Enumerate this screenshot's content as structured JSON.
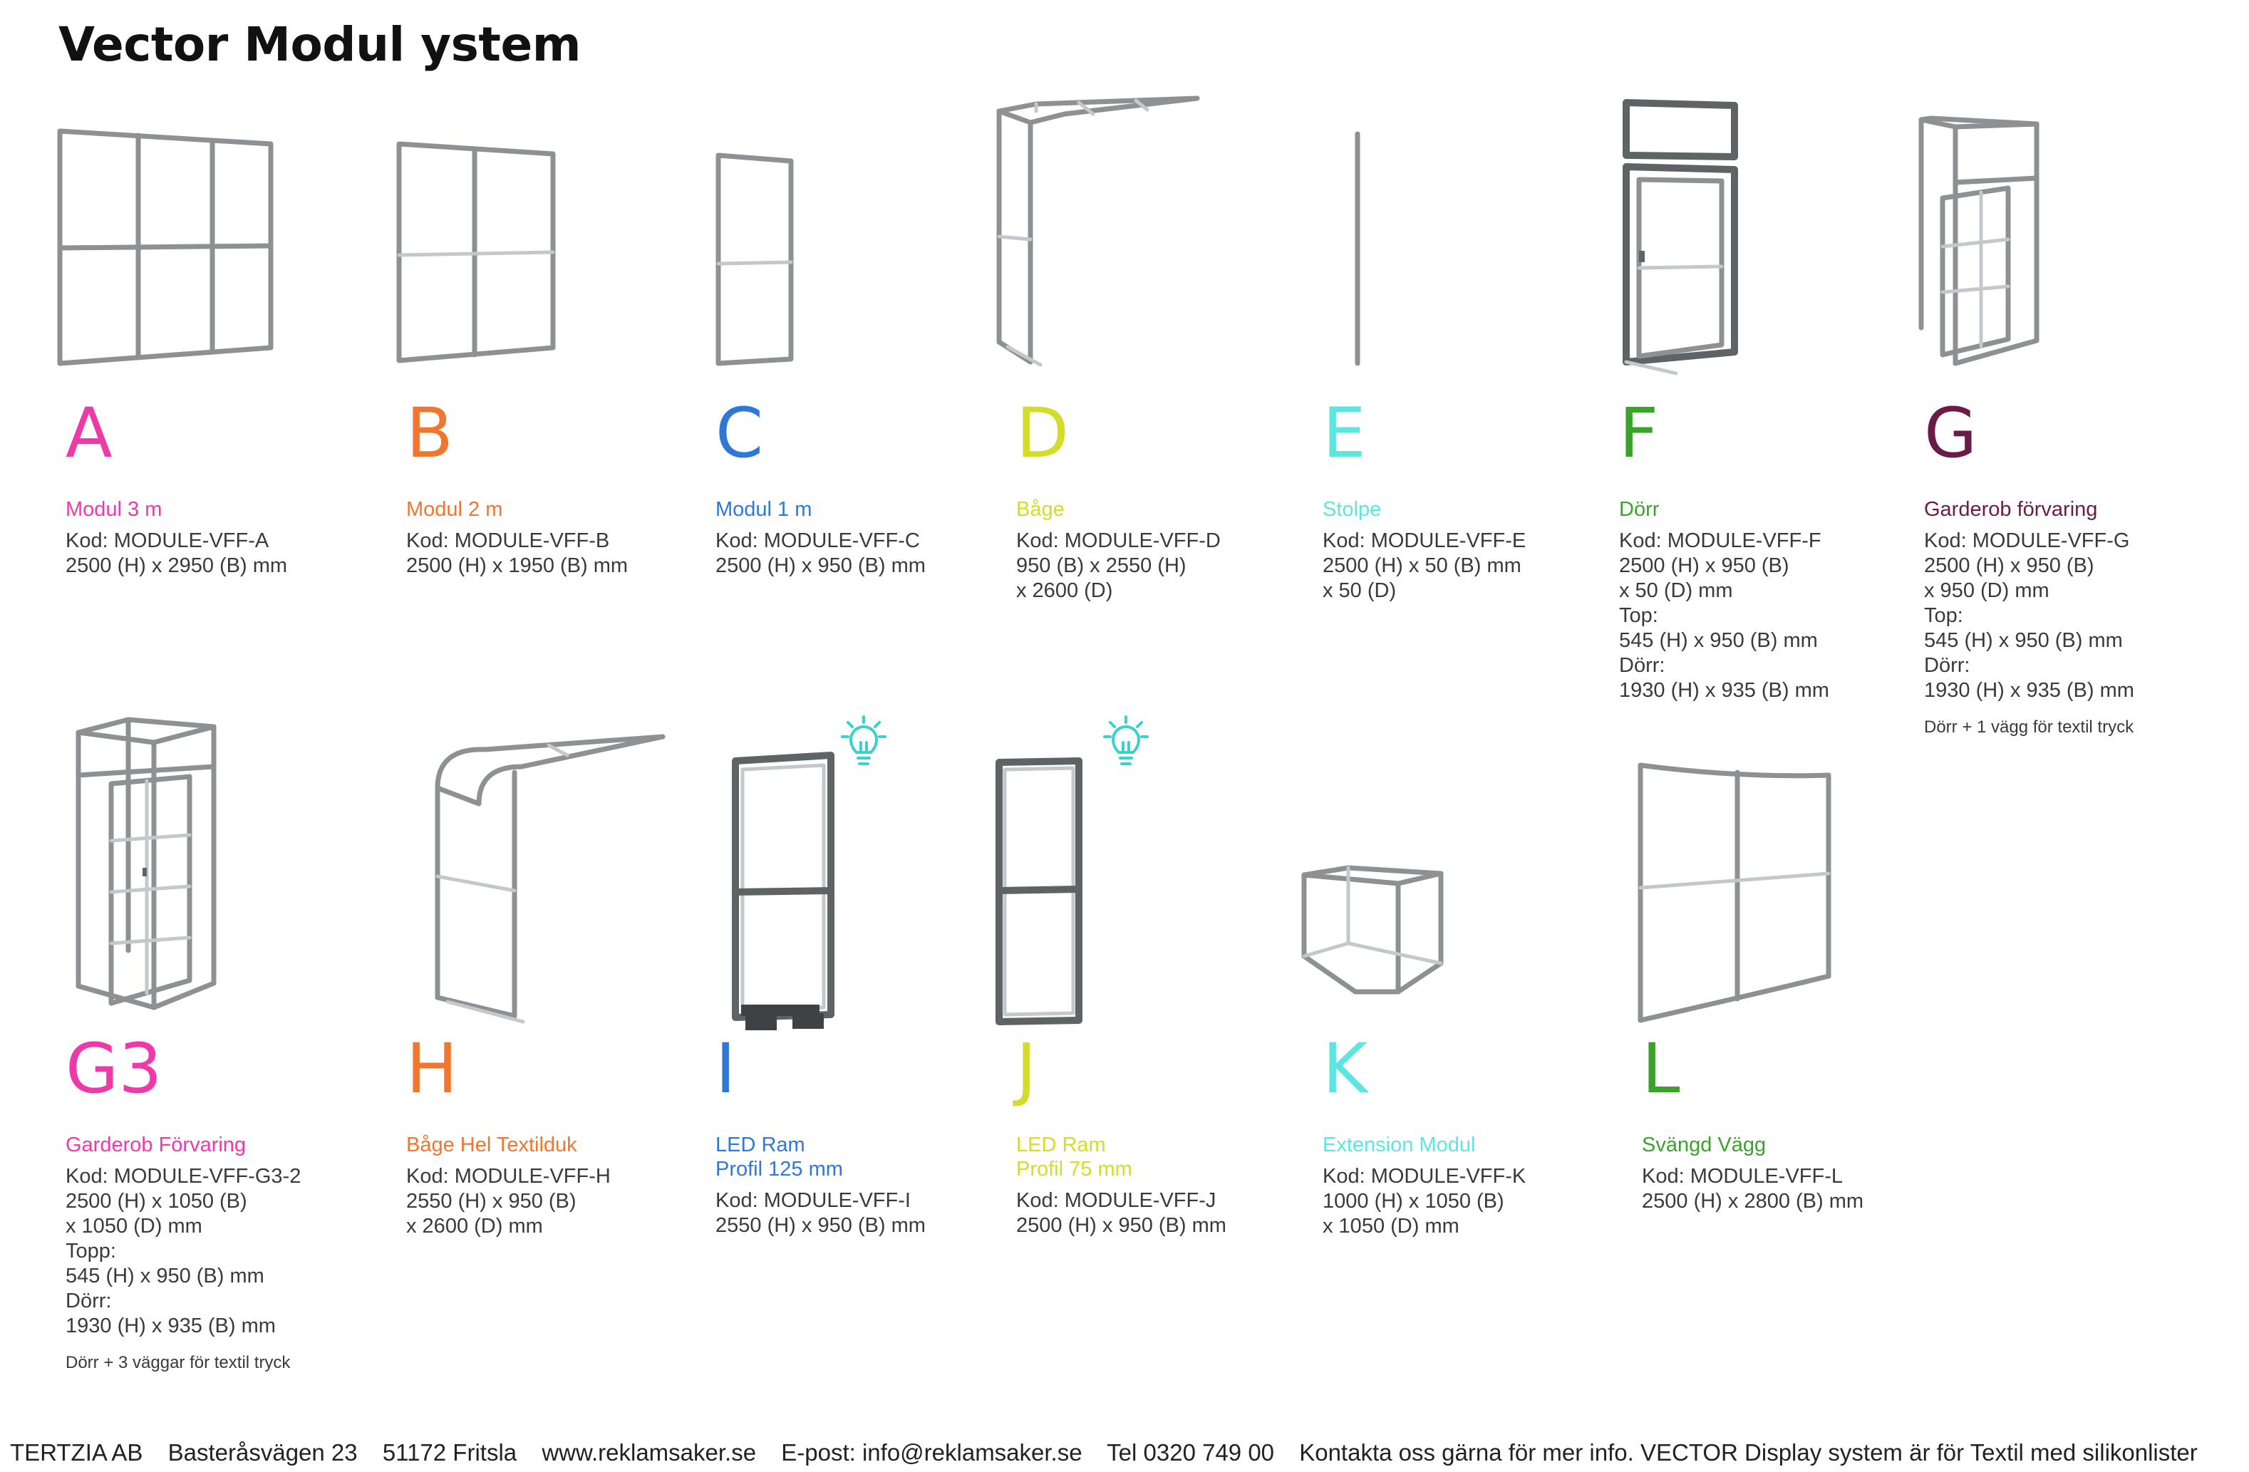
{
  "title": "Vector Modul ystem",
  "modules": [
    {
      "letter": "A",
      "color": "#ee3aa8",
      "name": "Modul 3 m",
      "lines": [
        "Kod: MODULE-VFF-A",
        "2500 (H) x 2950 (B) mm"
      ]
    },
    {
      "letter": "B",
      "color": "#f2762e",
      "name": "Modul 2 m",
      "lines": [
        "Kod: MODULE-VFF-B",
        "2500 (H) x 1950 (B) mm"
      ]
    },
    {
      "letter": "C",
      "color": "#2f78d6",
      "name": "Modul 1 m",
      "lines": [
        "Kod: MODULE-VFF-C",
        "2500 (H) x 950 (B) mm"
      ]
    },
    {
      "letter": "D",
      "color": "#d4dc2a",
      "name": "Båge",
      "lines": [
        "Kod: MODULE-VFF-D",
        "950 (B) x 2550 (H)",
        "x 2600 (D)"
      ]
    },
    {
      "letter": "E",
      "color": "#5de6e0",
      "name": "Stolpe",
      "lines": [
        "Kod: MODULE-VFF-E",
        "2500 (H) x 50 (B) mm",
        "x 50 (D)"
      ]
    },
    {
      "letter": "F",
      "color": "#3aa32a",
      "name": "Dörr",
      "lines": [
        "Kod: MODULE-VFF-F",
        "2500 (H) x 950 (B)",
        "x 50 (D) mm",
        "Top:",
        "545 (H) x 950 (B) mm",
        "Dörr:",
        "1930 (H) x 935 (B) mm"
      ]
    },
    {
      "letter": "G",
      "color": "#6b1c46",
      "name": "Garderob förvaring",
      "lines": [
        "Kod: MODULE-VFF-G",
        "2500 (H) x 950 (B)",
        "x 950 (D) mm",
        "Top:",
        "545 (H) x 950 (B) mm",
        "Dörr:",
        "1930 (H) x 935 (B) mm"
      ],
      "note": "Dörr + 1 vägg för textil tryck"
    },
    {
      "letter": "G3",
      "color": "#ee3aa8",
      "name": "Garderob Förvaring",
      "lines": [
        "Kod: MODULE-VFF-G3-2",
        "2500 (H) x 1050 (B)",
        "x 1050 (D) mm",
        "Topp:",
        "545 (H) x 950 (B) mm",
        "Dörr:",
        "1930 (H) x 935 (B) mm"
      ],
      "note": "Dörr + 3 väggar för textil tryck"
    },
    {
      "letter": "H",
      "color": "#f2762e",
      "name": "Båge Hel Textilduk",
      "lines": [
        "Kod: MODULE-VFF-H",
        "2550 (H) x 950 (B)",
        "x 2600 (D) mm"
      ]
    },
    {
      "letter": "I",
      "color": "#2f78d6",
      "name": "LED Ram",
      "sub": "Profil 125 mm",
      "lines": [
        "Kod: MODULE-VFF-I",
        "2550 (H) x 950 (B) mm"
      ]
    },
    {
      "letter": "J",
      "color": "#d4dc2a",
      "name": "LED Ram",
      "sub": "Profil 75 mm",
      "lines": [
        "Kod: MODULE-VFF-J",
        "2500 (H) x 950 (B) mm"
      ]
    },
    {
      "letter": "K",
      "color": "#5de6e0",
      "name": "Extension Modul",
      "lines": [
        "Kod: MODULE-VFF-K",
        "1000 (H) x 1050 (B)",
        "x 1050 (D) mm"
      ]
    },
    {
      "letter": "L",
      "color": "#3aa32a",
      "name": "Svängd Vägg",
      "lines": [
        "Kod: MODULE-VFF-L",
        "2500 (H) x 2800 (B) mm"
      ]
    }
  ],
  "icons": {
    "led": "lightbulb-icon",
    "led_color": "#39d3cf"
  },
  "footer": {
    "company": "TERTZIA AB",
    "address": "Basteråsvägen 23",
    "city": "51172 Fritsla",
    "web": "www.reklamsaker.se",
    "email": "E-post: info@reklamsaker.se",
    "phone": "Tel 0320 749 00",
    "info": "Kontakta oss gärna för mer info. VECTOR Display system är för Textil med silikonlister"
  }
}
